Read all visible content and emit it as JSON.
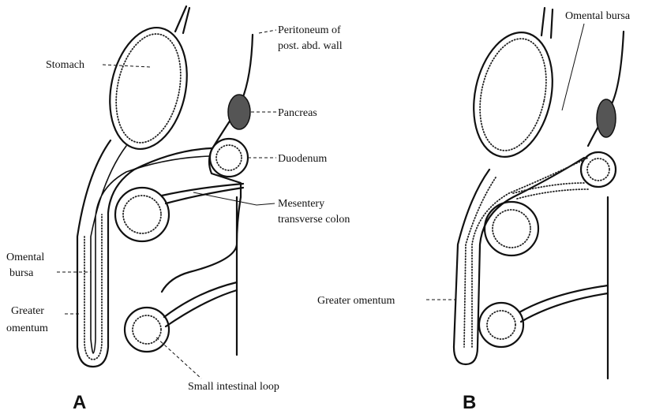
{
  "panels": {
    "a": "A",
    "b": "B"
  },
  "labels_a": {
    "stomach": "Stomach",
    "peritoneum_line1": "Peritoneum of",
    "peritoneum_line2": "post. abd. wall",
    "pancreas": "Pancreas",
    "duodenum": "Duodenum",
    "mesentery_line1": "Mesentery",
    "mesentery_line2": "transverse colon",
    "omental_bursa_line1": "Omental",
    "omental_bursa_line2": "bursa",
    "greater_omentum_line1": "Greater",
    "greater_omentum_line2": "omentum",
    "small_intestinal_loop": "Small intestinal loop"
  },
  "labels_b": {
    "omental_bursa": "Omental bursa",
    "greater_omentum": "Greater omentum"
  }
}
